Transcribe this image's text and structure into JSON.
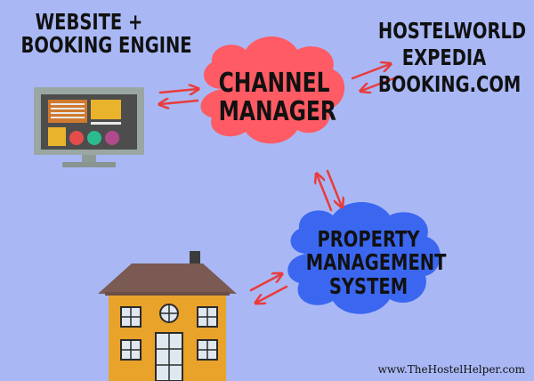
{
  "labels": {
    "website": [
      "WEBSITE +",
      "BOOKING ENGINE"
    ],
    "otas": [
      "HOSTELWORLD",
      "EXPEDIA",
      "BOOKING.COM"
    ],
    "channel_manager": [
      "CHANNEL",
      "MANAGER"
    ],
    "pms": [
      "PROPERTY",
      "MANAGEMENT",
      "SYSTEM"
    ]
  },
  "credit": "www.TheHostelHelper.com",
  "colors": {
    "background": "#a9b8f5",
    "channel_cloud": "#ff5b64",
    "pms_cloud": "#3b67f0",
    "arrow": "#ea3b3b",
    "house_wall": "#e9a22a",
    "house_roof": "#7a5a52"
  },
  "icons": [
    "computer-monitor-icon",
    "house-icon",
    "two-way-arrow-icon"
  ]
}
